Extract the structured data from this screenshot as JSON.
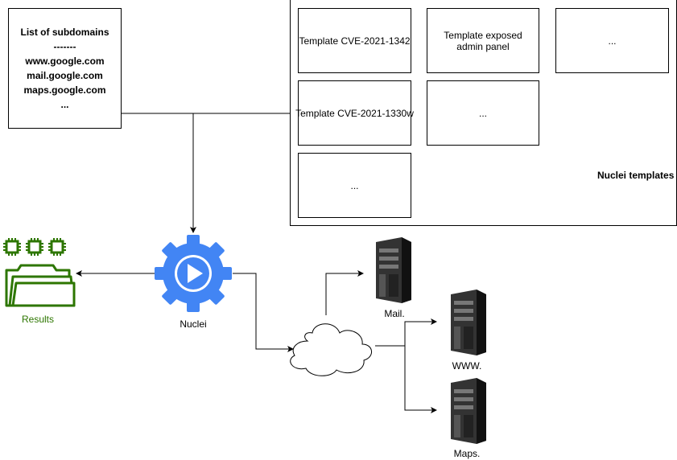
{
  "subdomains_box": {
    "title": "List of subdomains",
    "separator": "-------",
    "entries": [
      "www.google.com",
      "mail.google.com",
      "maps.google.com",
      "..."
    ]
  },
  "templates": {
    "group_label": "Nuclei templates",
    "cards": [
      "Template CVE-2021-1342",
      "Template exposed admin panel",
      "...",
      "Template CVE-2021-1330w",
      "...",
      "..."
    ]
  },
  "nuclei": {
    "label": "Nuclei",
    "color": "#4285F4"
  },
  "results": {
    "label": "Results",
    "color": "#2D7600"
  },
  "servers": [
    {
      "label": "Mail."
    },
    {
      "label": "WWW."
    },
    {
      "label": "Maps."
    }
  ]
}
